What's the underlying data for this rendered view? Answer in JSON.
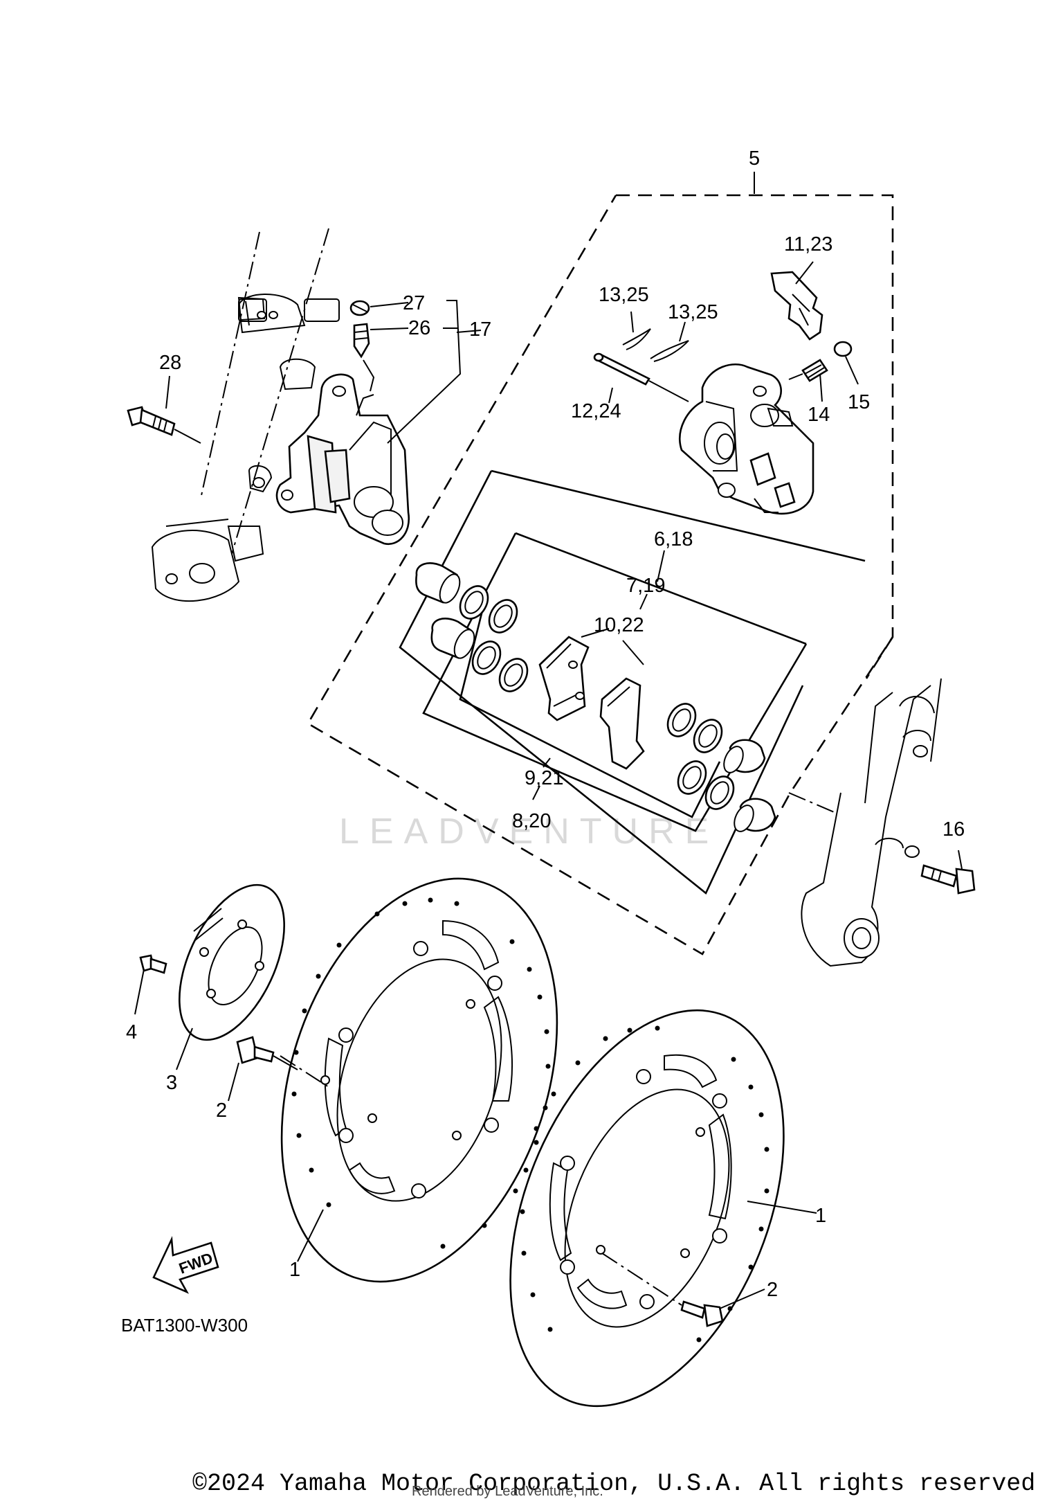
{
  "diagram": {
    "callouts": {
      "c1a": "1",
      "c1b": "1",
      "c2a": "2",
      "c2b": "2",
      "c3": "3",
      "c4": "4",
      "c5": "5",
      "c6_18": "6,18",
      "c7_19": "7,19",
      "c8_20": "8,20",
      "c9_21": "9,21",
      "c10_22": "10,22",
      "c11_23": "11,23",
      "c12_24": "12,24",
      "c13_25a": "13,25",
      "c13_25b": "13,25",
      "c14": "14",
      "c15": "15",
      "c16": "16",
      "c17": "17",
      "c26": "26",
      "c27": "27",
      "c28": "28"
    },
    "fwd_arrow_text": "FWD",
    "diagram_code": "BAT1300-W300",
    "watermark": "LEADVENTURE",
    "copyright": "©2024 Yamaha Motor Corporation, U.S.A. All rights reserved.",
    "rendered_by": "Rendered by LeadVenture, Inc."
  }
}
